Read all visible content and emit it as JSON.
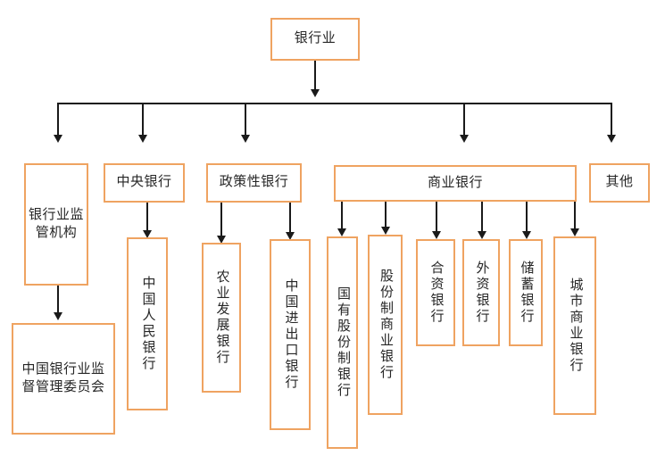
{
  "diagram": {
    "title": "银行业",
    "type": "organizational-hierarchy",
    "accent_color": "#EFA361",
    "connector_color": "#1a1a1a",
    "background": "#ffffff",
    "nodes": {
      "root": "银行业",
      "level2": [
        "银行业监管机构",
        "中央银行",
        "政策性银行",
        "商业银行",
        "其他"
      ],
      "regulator_child": "中国银行业监督管理委员会",
      "central_bank_child": "中国人民银行",
      "policy_bank_children": [
        "农业发展银行",
        "中国进出口银行"
      ],
      "commercial_bank_children": [
        "国有股份制银行",
        "股份制商业银行",
        "合资银行",
        "外资银行",
        "储蓄银行",
        "城市商业银行"
      ]
    }
  }
}
